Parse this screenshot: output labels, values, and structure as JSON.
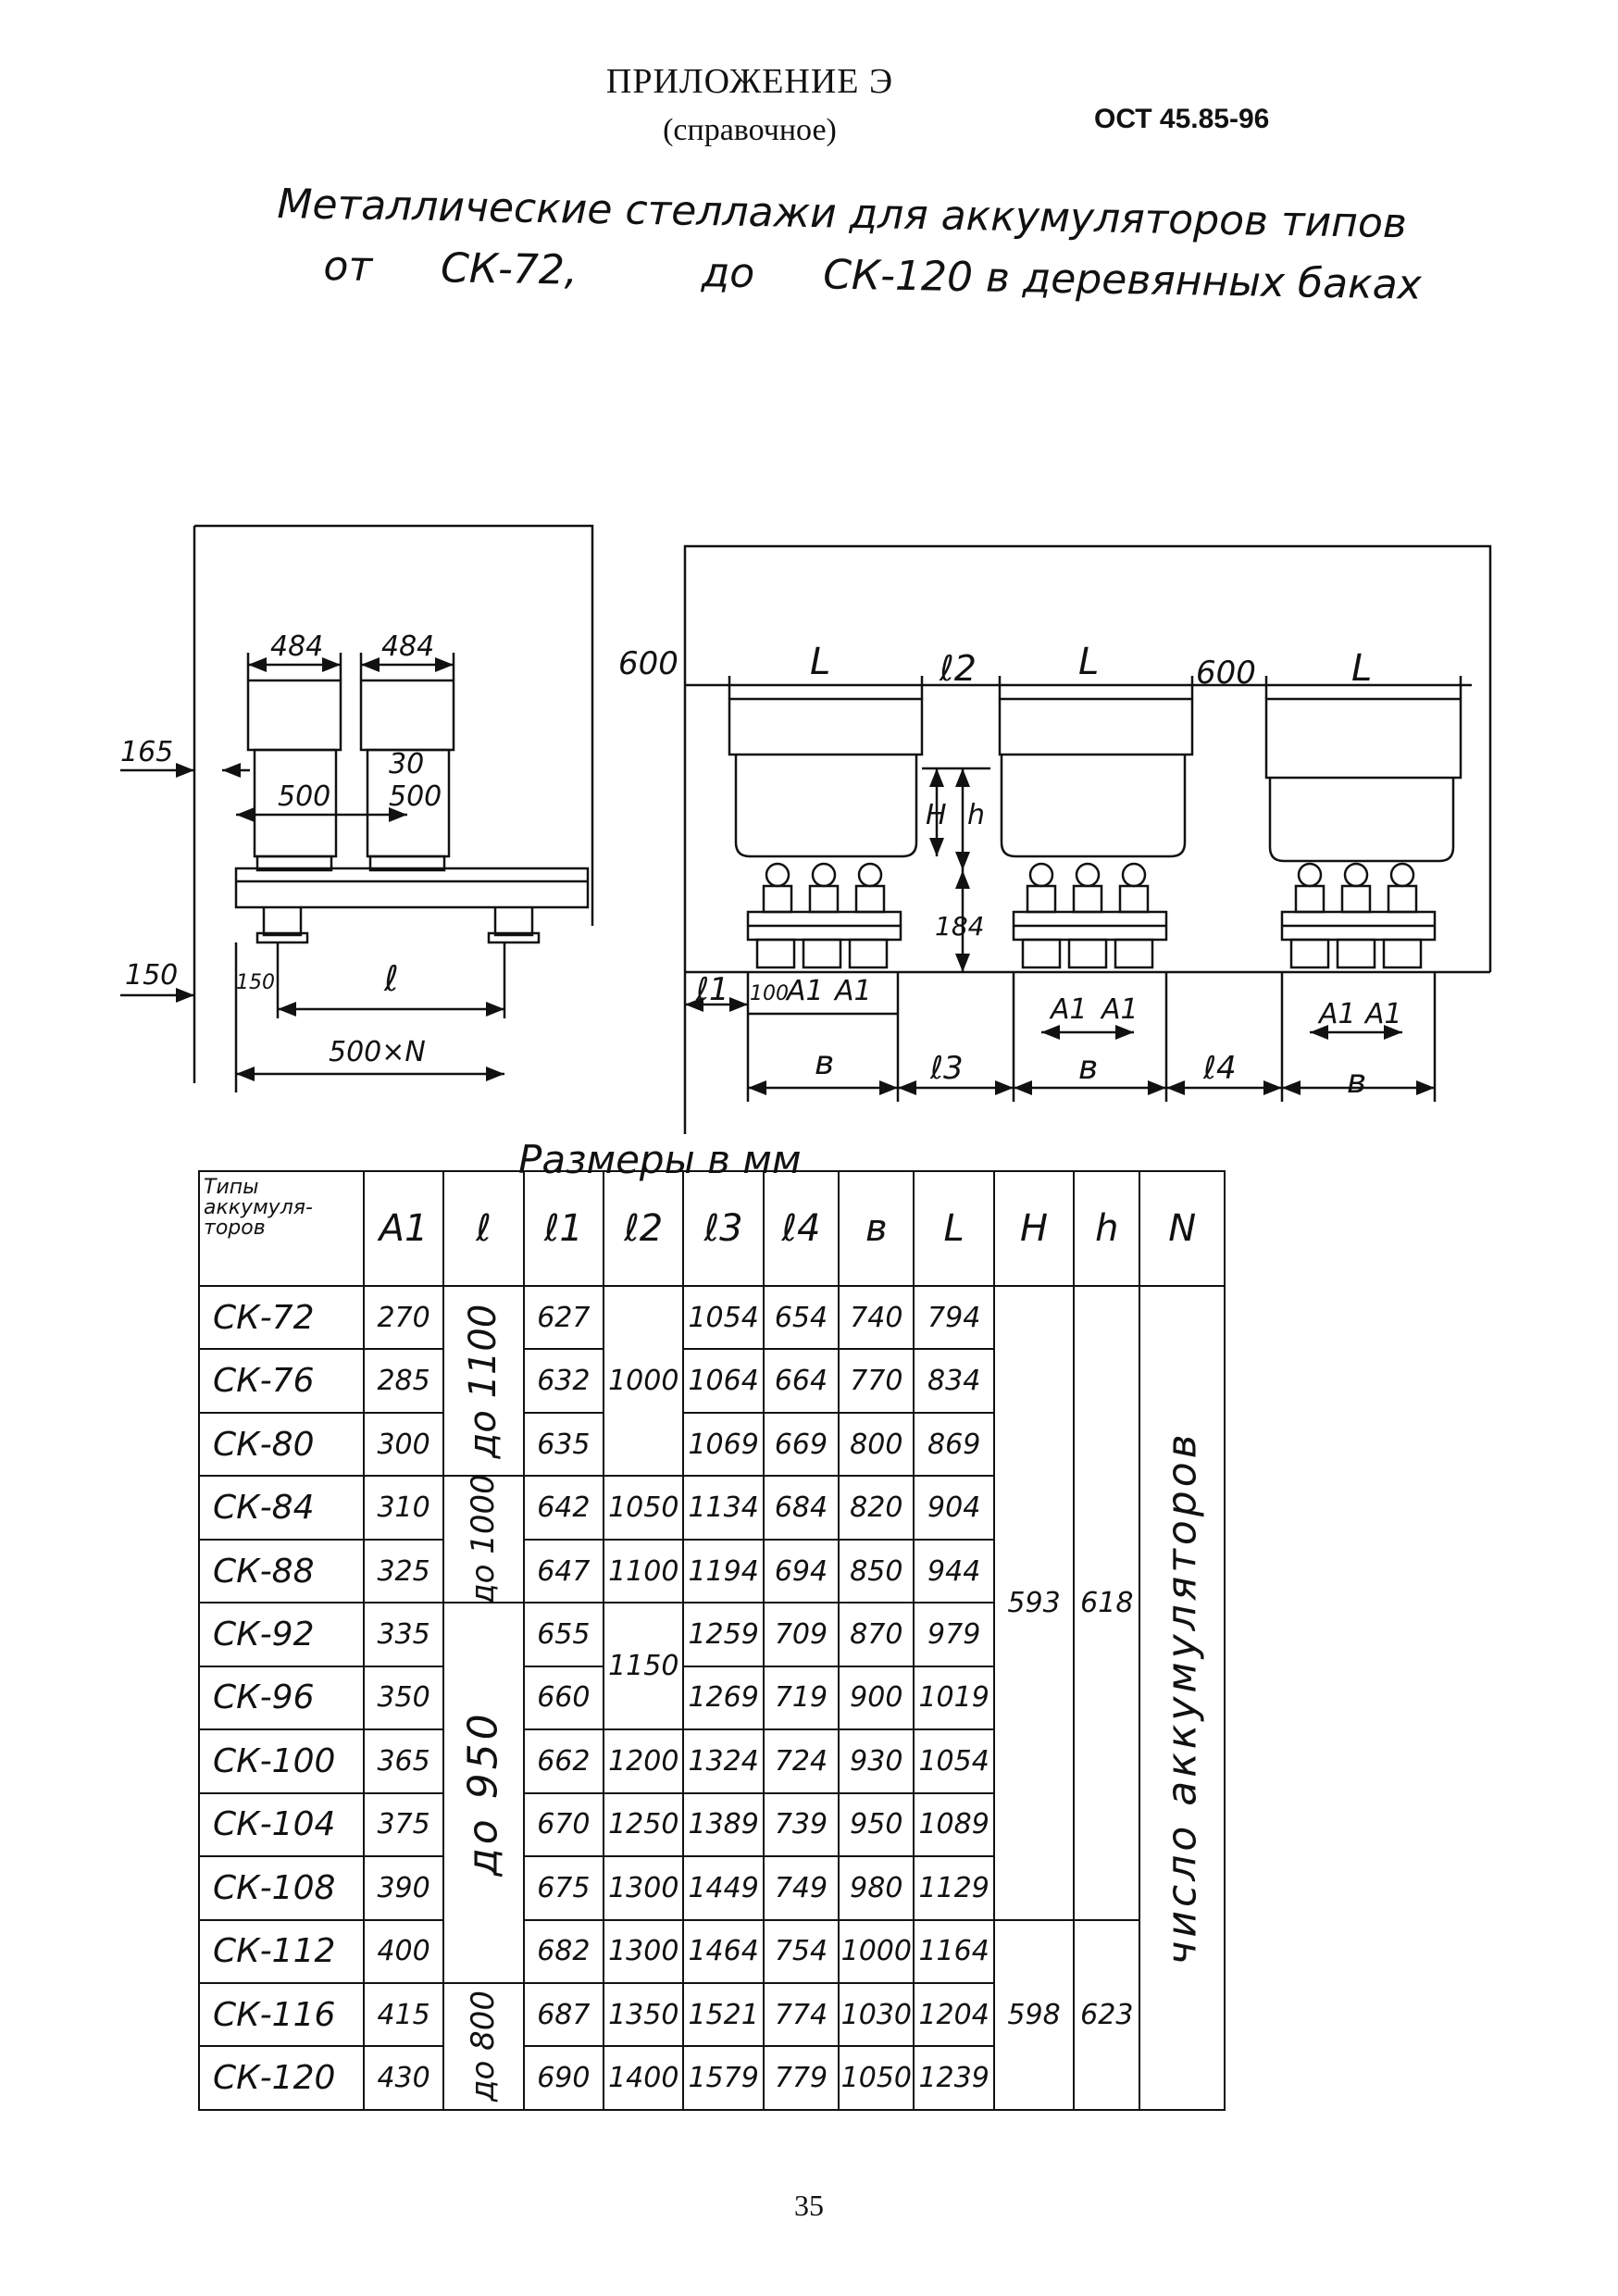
{
  "header": {
    "appendix_title": "ПРИЛОЖЕНИЕ Э",
    "appendix_subtitle": "(справочное)",
    "standard_code": "ОСТ 45.85-96"
  },
  "heading": {
    "line1": "Металлические стеллажи для аккумуляторов типов",
    "line2_from": "от",
    "line2_start": "СК-72,",
    "line2_to": "до",
    "line2_end": "СК-120 в деревянных баках"
  },
  "drawing": {
    "left_view": {
      "dim_484_a": "484",
      "dim_484_b": "484",
      "dim_165": "165",
      "dim_30": "30",
      "dim_500_a": "500",
      "dim_500_b": "500",
      "dim_150_outer": "150",
      "dim_150_inner": "150",
      "dim_l": "ℓ",
      "dim_500xn": "500×N"
    },
    "right_view": {
      "dim_600_a": "600",
      "dim_L_a": "L",
      "dim_l2": "ℓ2",
      "dim_L_b": "L",
      "dim_600_b": "600",
      "dim_L_c": "L",
      "dim_H": "H",
      "dim_h": "h",
      "dim_184": "184",
      "dim_l1": "ℓ1",
      "dim_100": "100",
      "dim_A1": "A1",
      "dim_b": "в",
      "dim_l3": "ℓ3",
      "dim_l4": "ℓ4"
    }
  },
  "units_caption": "Размеры в мм",
  "table": {
    "corner_label": [
      "Типы",
      "аккумуля-",
      "торов"
    ],
    "headers": [
      "A1",
      "ℓ",
      "ℓ1",
      "ℓ2",
      "ℓ3",
      "ℓ4",
      "в",
      "L",
      "H",
      "h",
      "N"
    ],
    "types": [
      "СК-72",
      "СК-76",
      "СК-80",
      "СК-84",
      "СК-88",
      "СК-92",
      "СК-96",
      "СК-100",
      "СК-104",
      "СК-108",
      "СК-112",
      "СК-116",
      "СК-120"
    ],
    "A1": [
      "270",
      "285",
      "300",
      "310",
      "325",
      "335",
      "350",
      "365",
      "375",
      "390",
      "400",
      "415",
      "430"
    ],
    "l_groups": [
      "до 1100",
      "до 1000",
      "до 950",
      "до 800"
    ],
    "l1": [
      "627",
      "632",
      "635",
      "642",
      "647",
      "655",
      "660",
      "662",
      "670",
      "675",
      "682",
      "687",
      "690"
    ],
    "l2_groups": [
      "1000",
      "1050",
      "1100",
      "1150",
      "1200",
      "1250",
      "1300",
      "1300",
      "1350",
      "1400"
    ],
    "l3": [
      "1054",
      "1064",
      "1069",
      "1134",
      "1194",
      "1259",
      "1269",
      "1324",
      "1389",
      "1449",
      "1464",
      "1521",
      "1579"
    ],
    "l4": [
      "654",
      "664",
      "669",
      "684",
      "694",
      "709",
      "719",
      "724",
      "739",
      "749",
      "754",
      "774",
      "779"
    ],
    "b": [
      "740",
      "770",
      "800",
      "820",
      "850",
      "870",
      "900",
      "930",
      "950",
      "980",
      "1000",
      "1030",
      "1050"
    ],
    "L": [
      "794",
      "834",
      "869",
      "904",
      "944",
      "979",
      "1019",
      "1054",
      "1089",
      "1129",
      "1164",
      "1204",
      "1239"
    ],
    "H_groups": [
      "593",
      "598"
    ],
    "h_groups": [
      "618",
      "623"
    ],
    "N_label": "число аккумуляторов"
  },
  "page_number": "35"
}
